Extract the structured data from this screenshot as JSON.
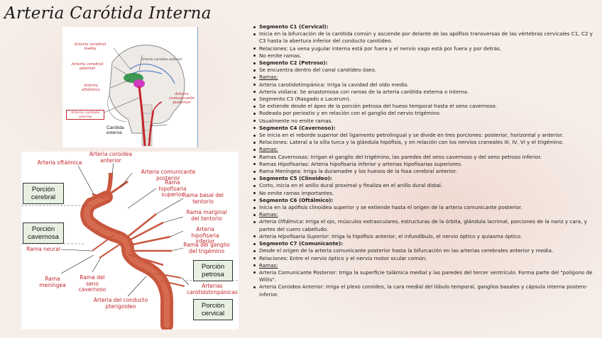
{
  "title": "Arteria Carótida Interna",
  "top_figure": {
    "labels": {
      "cerebral_media": "Arteria cerebral media",
      "cerebral_anterior": "Arteria cerebral anterior",
      "oftalmica": "Arteria oftálmica",
      "pequenas": "Arteria coroidea anterior",
      "comunicante": "Arteria comunicante posterior",
      "carotida_interna": "Arteria carótida interna",
      "carotida_externa": "Carótida externa"
    }
  },
  "bottom_figure": {
    "segments": {
      "cerebral": "Porción cerebral",
      "cavernosa": "Porción cavernosa",
      "petrosa": "Porción petrosa",
      "cervical": "Porción cervical"
    },
    "labels": {
      "oftalmica": "Arteria oftálmica",
      "coroidea": "Arteria coroidea anterior",
      "comunicante": "Arteria comunicante posterior",
      "hipofisaria_sup": "Rama hipofisaria superior",
      "basal_tentorio": "Rama basal del tentorio",
      "marginal_tentorio": "Rama marginal del tentorio",
      "hipofisaria_inf": "Arteria hipofisaria inferior",
      "ganglio_trigemino": "Rama del ganglio del trigémino",
      "neural": "Rama neural",
      "meningea": "Rama meníngea",
      "seno_cavernoso": "Rama del seno cavernoso",
      "conducto_pterigoideo": "Arteria del conducto pterigoideo",
      "carotidotimpanicas": "Arterias carotidotimpánicas"
    }
  },
  "notes": [
    {
      "style": "b",
      "text": "Segmento C1 (Cervical):"
    },
    {
      "style": "",
      "text": "Inicia en la bifurcación de la carótida común y asciende por delante de las apófisis transversas de las vértebras cervicales C1, C2 y C3 hasta la abertura inferior del conducto carotideo."
    },
    {
      "style": "",
      "text": "Relaciones: La vena yugular interna está por fuera y el nervio vago está por fuera y por detrás."
    },
    {
      "style": "",
      "text": "No emite ramas."
    },
    {
      "style": "b",
      "text": "Segmento C2 (Petroso):"
    },
    {
      "style": "",
      "text": "Se encuentra dentro del canal carotideo óseo."
    },
    {
      "style": "u",
      "text": "Ramas:"
    },
    {
      "style": "",
      "text": "Arteria carotidotimpánica: Irriga la cavidad del oído medio."
    },
    {
      "style": "",
      "text": "Arteria vidiana: Se anastomosa con ramas de la arteria carótida externa o interna."
    },
    {
      "style": "",
      "text": "Segmento C3 (Rasgado o Lacerum)."
    },
    {
      "style": "",
      "text": "Se extiende desde el ápex de la porción petrosa del hueso temporal hasta el seno cavernoso."
    },
    {
      "style": "",
      "text": "Rodeada por periostio y en relación con el ganglio del nervio trigémino."
    },
    {
      "style": "",
      "text": "Usualmente no emite ramas."
    },
    {
      "style": "b",
      "text": "Segmento C4 (Cavernoso):"
    },
    {
      "style": "",
      "text": "Se inicia en el reborde superior del ligamento petrolingual y se divide en tres porciones: posterior, horizontal y anterior."
    },
    {
      "style": "",
      "text": "Relaciones: Lateral a la silla turca y la glándula hipófisis, y en relación con los nervios craneales III, IV, VI y el trigémino."
    },
    {
      "style": "u",
      "text": "Ramas:"
    },
    {
      "style": "",
      "text": "Ramas Cavernosas: Irrigan el ganglio del trigémino, las paredes del seno cavernoso y del seno petroso inferior."
    },
    {
      "style": "",
      "text": "Ramas Hipofisarias: Arteria hipofisaria inferior y arterias hipofisarias superiores."
    },
    {
      "style": "",
      "text": "Rama Meníngea: Irriga la duramadre y los huesos de la fosa cerebral anterior."
    },
    {
      "style": "b",
      "text": "Segmento C5 (Clinoideo):"
    },
    {
      "style": "",
      "text": "Corto, inicia en el anillo dural proximal y finaliza en el anillo dural distal."
    },
    {
      "style": "",
      "text": "No emite ramas importantes."
    },
    {
      "style": "b",
      "text": "Segmento C6 (Oftálmico):"
    },
    {
      "style": "",
      "text": "Inicia en la apófisis clinoidea superior y se extiende hasta el origen de la arteria comunicante posterior."
    },
    {
      "style": "u",
      "text": "Ramas:"
    },
    {
      "style": "i",
      "lead": "Arteria Oftálmica",
      "text": ": Irriga el ojo, músculos extraoculares, estructuras de la órbita, glándula lacrimal, porciones de la nariz y cara, y partes del cuero cabelludo."
    },
    {
      "style": "i",
      "lead": "Arteria Hipofisaria Superior",
      "text": ": Irriga la hipófisis anterior, el infundíbulo, el nervio óptico y quiasma óptico."
    },
    {
      "style": "b",
      "text": "Segmento C7 (Comunicante):"
    },
    {
      "style": "",
      "text": "Desde el origen de la arteria comunicante posterior hasta la bifurcación en las arterias cerebrales anterior y media."
    },
    {
      "style": "",
      "text": "Relaciones: Entre el nervio óptico y el nervio motor ocular común."
    },
    {
      "style": "u",
      "text": "Ramas:"
    },
    {
      "style": "",
      "text": "Arteria Comunicante Posterior: Irriga la superficie talámica medial y las paredes del tercer ventrículo. Forma parte del \"polígono de Willis\"."
    },
    {
      "style": "",
      "text": "Arteria Coroidea Anterior: Irriga el plexo coroideo, la cara medial del lóbulo temporal, ganglios basales y cápsula interna postero-inferior."
    }
  ]
}
